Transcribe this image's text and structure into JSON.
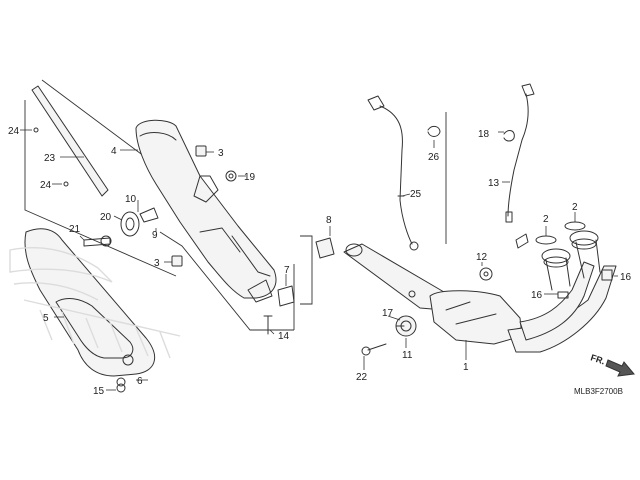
{
  "callouts": {
    "c1": "1",
    "c2a": "2",
    "c2b": "2",
    "c3a": "3",
    "c3b": "3",
    "c4": "4",
    "c5": "5",
    "c6": "6",
    "c7": "7",
    "c8": "8",
    "c9": "9",
    "c10": "10",
    "c11": "11",
    "c12": "12",
    "c13": "13",
    "c14": "14",
    "c15": "15",
    "c16a": "16",
    "c16b": "16",
    "c17": "17",
    "c18": "18",
    "c19": "19",
    "c20": "20",
    "c21": "21",
    "c22": "22",
    "c23": "23",
    "c24a": "24",
    "c24b": "24",
    "c25": "25",
    "c26": "26"
  },
  "front_indicator": "FR.",
  "diagram_code": "MLB3F2700B"
}
